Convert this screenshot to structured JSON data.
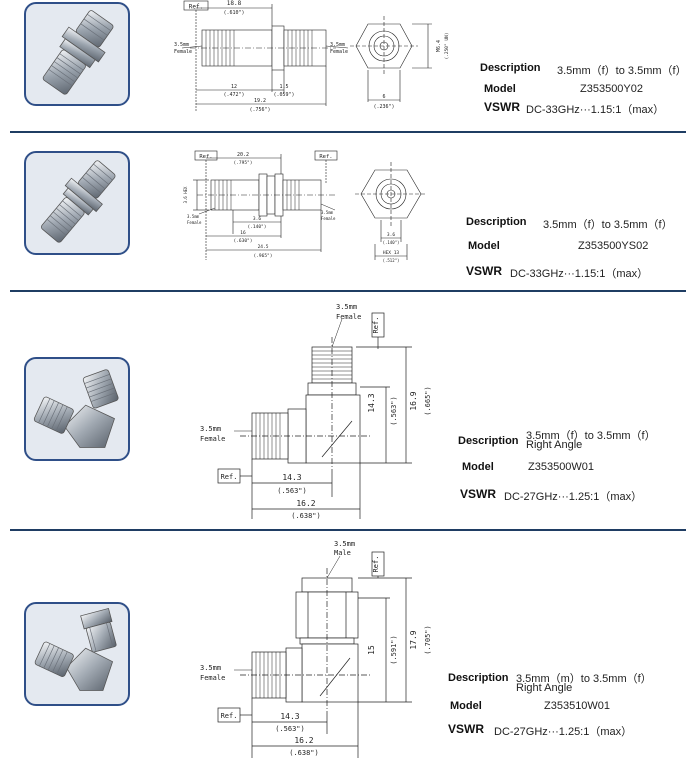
{
  "products": [
    {
      "description_label": "Description",
      "description_value": "3.5mm（f）to 3.5mm（f）",
      "description_value2": "",
      "model_label": "Model",
      "model_value": "Z353500Y02",
      "vswr_label": "VSWR",
      "vswr_value": "DC-33GHz···1.15:1（max）",
      "drawing": {
        "ref": "Ref.",
        "left_port": "3.5mm\nFemale",
        "right_port": "3.5mm\nFemale",
        "dim_top": "18.8",
        "dim_top_in": "(.610\")",
        "dim_a": "12",
        "dim_a_in": "(.472\")",
        "dim_b": "1.5",
        "dim_b_in": "(.059\")",
        "dim_total": "19.2",
        "dim_total_in": "(.756\")",
        "side_hex": "M6.4",
        "side_hex_in": "(.250\" UN)",
        "side_w": "6",
        "side_w_in": "(.236\")"
      }
    },
    {
      "description_label": "Description",
      "description_value": "3.5mm（f）to 3.5mm（f）",
      "description_value2": "",
      "model_label": "Model",
      "model_value": "Z353500YS02",
      "vswr_label": "VSWR",
      "vswr_value": "DC-33GHz···1.15:1（max）",
      "drawing": {
        "ref_left": "Ref.",
        "ref_right": "Ref.",
        "left_port": "3.5mm\nFemale",
        "right_port": "3.5mm\nFemale",
        "dim_top": "20.2",
        "dim_top_in": "(.795\")",
        "dim_mid": "3.6",
        "dim_mid_in": "(.140\")",
        "dim_a": "16",
        "dim_a_in": "(.630\")",
        "dim_total": "24.5",
        "dim_total_in": "(.965\")",
        "side_w": "3.6",
        "side_w_in": "(.140\")",
        "side_hex": "HEX 13",
        "side_hex_in": "(.512\")"
      }
    },
    {
      "description_label": "Description",
      "description_value": "3.5mm（f）to 3.5mm（f）",
      "description_value2": "Right Angle",
      "model_label": "Model",
      "model_value": "Z353500W01",
      "vswr_label": "VSWR",
      "vswr_value": "DC-27GHz···1.25:1（max）",
      "drawing": {
        "top_port": "3.5mm\nFemale",
        "side_port": "3.5mm\nFemale",
        "ref_top": "Ref.",
        "ref_left": "Ref.",
        "v1": "14.3",
        "v1_in": "(.563\")",
        "v2": "16.9",
        "v2_in": "(.665\")",
        "h1": "14.3",
        "h1_in": "(.563\")",
        "h2": "16.2",
        "h2_in": "(.638\")"
      }
    },
    {
      "description_label": "Description",
      "description_value": "3.5mm（m）to 3.5mm（f）",
      "description_value2": "Right Angle",
      "model_label": "Model",
      "model_value": "Z353510W01",
      "vswr_label": "VSWR",
      "vswr_value": "DC-27GHz···1.25:1（max）",
      "drawing": {
        "top_port": "3.5mm\nMale",
        "side_port": "3.5mm\nFemale",
        "ref_top": "Ref.",
        "ref_left": "Ref.",
        "v1": "15",
        "v1_in": "(.591\")",
        "v2": "17.9",
        "v2_in": "(.705\")",
        "h1": "14.3",
        "h1_in": "(.563\")",
        "h2": "16.2",
        "h2_in": "(.638\")"
      }
    }
  ]
}
